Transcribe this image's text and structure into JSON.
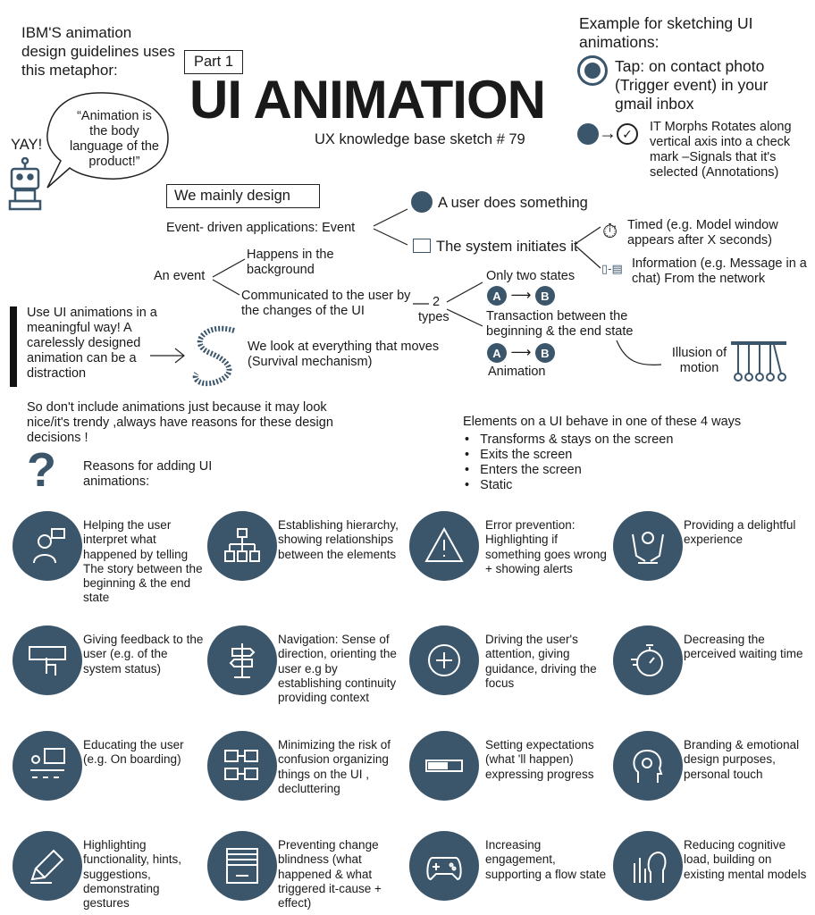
{
  "header": {
    "intro": "IBM'S animation design guidelines uses this metaphor:",
    "part": "Part 1",
    "title": "UI ANIMATION",
    "subtitle": "UX knowledge base sketch # 79"
  },
  "robot": {
    "yay": "YAY!",
    "quote": "“Animation is the body language of the product!”"
  },
  "example": {
    "heading": "Example for sketching UI animations:",
    "tap": "Tap: on contact photo (Trigger event) in your gmail inbox",
    "morph": "IT Morphs Rotates along vertical axis into a check mark –Signals that it's selected (Annotations)"
  },
  "design": {
    "box": "We mainly design",
    "event_apps": "Event- driven applications: Event",
    "user": "A user does something",
    "system": "The system initiates it",
    "timed": "Timed (e.g. Model window appears after X seconds)",
    "info": "Information (e.g. Message in a chat) From the network",
    "an_event": "An event",
    "background": "Happens in the background",
    "communicated": "Communicated to the user by the changes of the UI",
    "two": "2",
    "types": "types",
    "only_two": "Only two states",
    "transaction": "Transaction between the beginning & the end state",
    "animation": "Animation",
    "a": "A",
    "b": "B",
    "illusion": "Illusion of motion"
  },
  "side": {
    "note": "Use UI animations in a meaningful way! A carelessly designed animation can be a distraction",
    "moves": "We look at everything that moves (Survival mechanism)"
  },
  "reasons_note": "So don't include animations just because it may look nice/it's trendy ,always have reasons for these design decisions !",
  "reasons_heading": "Reasons for adding UI animations:",
  "ways": {
    "heading": "Elements on a UI behave in one of these 4 ways",
    "items": [
      "Transforms & stays on the screen",
      "Exits the screen",
      "Enters the screen",
      "Static"
    ]
  },
  "reasons": [
    {
      "text": "Helping the user interpret what happened by telling The story between the beginning & the end state",
      "icon": "user-speech-icon"
    },
    {
      "text": "Establishing hierarchy, showing relationships between the elements",
      "icon": "hierarchy-icon"
    },
    {
      "text": "Error prevention: Highlighting if something goes wrong + showing alerts",
      "icon": "warning-icon"
    },
    {
      "text": "Providing a delightful experience",
      "icon": "hands-icon"
    },
    {
      "text": "Giving feedback to the user (e.g. of the system status)",
      "icon": "rating-tap-icon"
    },
    {
      "text": "Navigation: Sense of direction, orienting the user e.g  by establishing continuity providing context",
      "icon": "signpost-icon"
    },
    {
      "text": "Driving the user's attention, giving guidance, driving the focus",
      "icon": "focus-icon"
    },
    {
      "text": "Decreasing the perceived waiting time",
      "icon": "stopwatch-icon"
    },
    {
      "text": "Educating the user (e.g. On boarding)",
      "icon": "presentation-icon"
    },
    {
      "text": "Minimizing the risk of confusion organizing things on the UI , decluttering",
      "icon": "organize-icon"
    },
    {
      "text": "Setting expectations (what 'll happen) expressing progress",
      "icon": "progress-bar-icon"
    },
    {
      "text": "Branding & emotional design purposes, personal touch",
      "icon": "head-idea-icon"
    },
    {
      "text": "Highlighting functionality, hints, suggestions, demonstrating gestures",
      "icon": "highlighter-icon"
    },
    {
      "text": "Preventing change blindness (what happened & what triggered it-cause + effect)",
      "icon": "window-icon"
    },
    {
      "text": "Increasing engagement, supporting a flow state",
      "icon": "gamepad-icon"
    },
    {
      "text": "Reducing cognitive load, building on existing mental models",
      "icon": "brain-icon"
    }
  ],
  "colors": {
    "accent": "#3b566b"
  }
}
